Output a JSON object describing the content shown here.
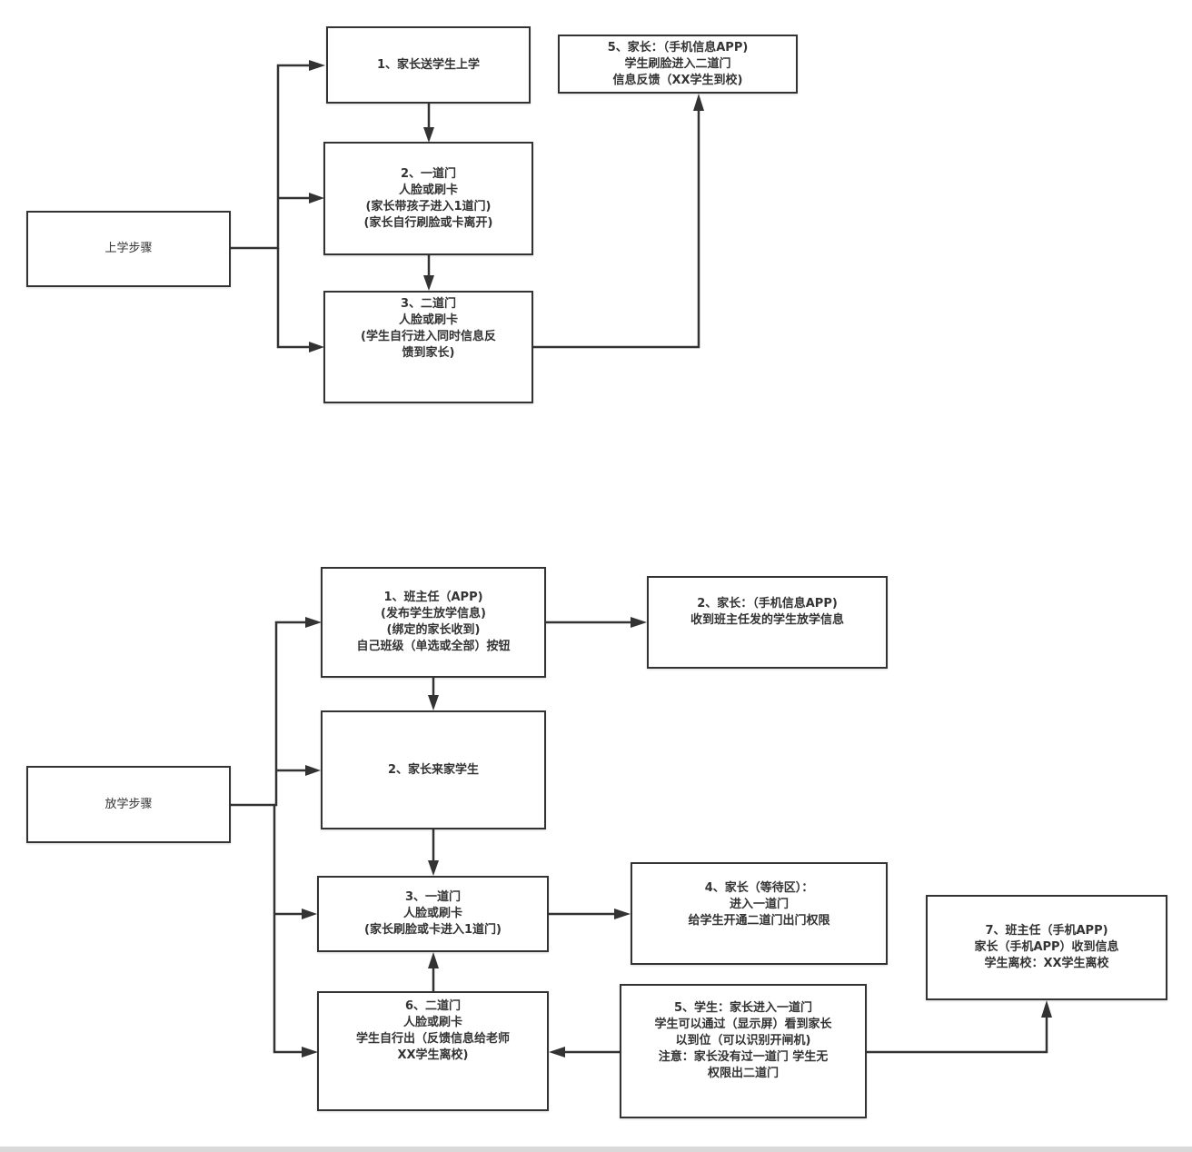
{
  "diagram": {
    "section_school_arrival": {
      "root": {
        "lines": [
          "上学步骤"
        ]
      },
      "steps": [
        {
          "id": "arr-1",
          "lines": [
            "1、家长送学生上学"
          ]
        },
        {
          "id": "arr-2",
          "lines": [
            "2、一道门",
            "人脸或刷卡",
            "(家长带孩子进入1道门)",
            "(家长自行刷脸或卡离开)"
          ]
        },
        {
          "id": "arr-3",
          "lines": [
            "3、二道门",
            "人脸或刷卡",
            "(学生自行进入同时信息反",
            "馈到家长)"
          ]
        },
        {
          "id": "arr-5",
          "lines": [
            "5、家长：（手机信息APP)",
            "学生刷脸进入二道门",
            "信息反馈（XX学生到校)"
          ]
        }
      ]
    },
    "section_school_dismissal": {
      "root": {
        "lines": [
          "放学步骤"
        ]
      },
      "steps": [
        {
          "id": "dis-1",
          "lines": [
            "1、班主任（APP)",
            "(发布学生放学信息)",
            "(绑定的家长收到)",
            "自己班级（单选或全部）按钮"
          ]
        },
        {
          "id": "dis-2p",
          "lines": [
            "2、家长：（手机信息APP)",
            "收到班主任发的学生放学信息"
          ]
        },
        {
          "id": "dis-2",
          "lines": [
            "2、家长来家学生"
          ]
        },
        {
          "id": "dis-3",
          "lines": [
            "3、一道门",
            "人脸或刷卡",
            "(家长刷脸或卡进入1道门)"
          ]
        },
        {
          "id": "dis-4",
          "lines": [
            "4、家长（等待区）：",
            "进入一道门",
            "给学生开通二道门出门权限"
          ]
        },
        {
          "id": "dis-5",
          "lines": [
            "5、学生：家长进入一道门",
            "学生可以通过（显示屏）看到家长",
            "以到位（可以识别开闸机)",
            "注意：家长没有过一道门 学生无",
            "权限出二道门"
          ]
        },
        {
          "id": "dis-6",
          "lines": [
            "6、二道门",
            "人脸或刷卡",
            "学生自行出（反馈信息给老师",
            "XX学生离校)"
          ]
        },
        {
          "id": "dis-7",
          "lines": [
            "7、班主任（手机APP)",
            "家长（手机APP）收到信息",
            "学生离校：XX学生离校"
          ]
        }
      ]
    },
    "edges": [
      {
        "from": "上学步骤",
        "to": "1、家长送学生上学"
      },
      {
        "from": "上学步骤",
        "to": "2、一道门"
      },
      {
        "from": "上学步骤",
        "to": "3、二道门"
      },
      {
        "from": "1、家长送学生上学",
        "to": "2、一道门"
      },
      {
        "from": "2、一道门",
        "to": "3、二道门"
      },
      {
        "from": "3、二道门",
        "to": "5、家长：（手机信息APP)"
      },
      {
        "from": "放学步骤",
        "to": "1、班主任（APP)"
      },
      {
        "from": "放学步骤",
        "to": "2、家长来家学生"
      },
      {
        "from": "放学步骤",
        "to": "3、一道门"
      },
      {
        "from": "放学步骤",
        "to": "6、二道门"
      },
      {
        "from": "1、班主任（APP)",
        "to": "2、家长：（手机信息APP)"
      },
      {
        "from": "1、班主任（APP)",
        "to": "2、家长来家学生"
      },
      {
        "from": "2、家长来家学生",
        "to": "3、一道门"
      },
      {
        "from": "3、一道门",
        "to": "4、家长（等待区）"
      },
      {
        "from": "6、二道门",
        "to": "3、一道门"
      },
      {
        "from": "5、学生",
        "to": "6、二道门"
      },
      {
        "from": "5、学生",
        "to": "7、班主任（手机APP)"
      }
    ]
  }
}
